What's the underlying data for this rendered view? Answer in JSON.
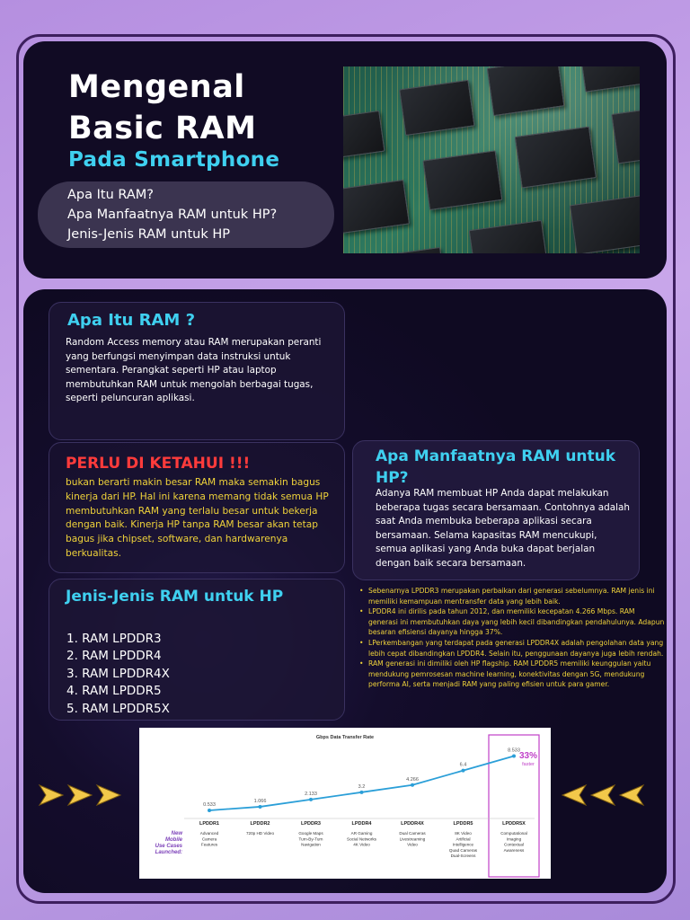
{
  "header": {
    "title_line1": "Mengenal",
    "title_line2": "Basic RAM",
    "subtitle": "Pada Smartphone",
    "topics": [
      "Apa Itu RAM?",
      "Apa Manfaatnya RAM untuk HP?",
      "Jenis-Jenis RAM untuk HP"
    ],
    "photo_icon": "ram-chip-photo"
  },
  "apa_itu": {
    "title": "Apa Itu RAM ?",
    "text": "Random Access memory atau RAM merupakan peranti yang berfungsi menyimpan data instruksi untuk sementara. Perangkat seperti HP atau laptop membutuhkan RAM untuk mengolah berbagai tugas, seperti peluncuran aplikasi."
  },
  "perlu": {
    "title": "PERLU DI KETAHUI !!!",
    "text": "bukan berarti makin besar RAM maka semakin bagus kinerja dari HP. Hal ini karena memang tidak semua HP membutuhkan RAM yang terlalu besar untuk bekerja dengan baik. Kinerja HP tanpa RAM besar akan tetap bagus jika chipset, software, dan hardwarenya berkualitas."
  },
  "manfaat": {
    "title": "Apa Manfaatnya RAM untuk HP?",
    "text": "Adanya RAM membuat HP Anda dapat melakukan beberapa tugas secara bersamaan. Contohnya adalah saat Anda membuka beberapa aplikasi secara bersamaan. Selama kapasitas RAM mencukupi, semua aplikasi yang Anda buka dapat berjalan dengan baik secara bersamaan."
  },
  "jenis": {
    "title": "Jenis-Jenis RAM untuk HP",
    "items": [
      "1. RAM LPDDR3",
      "2. RAM LPDDR4",
      "3. RAM LPDDR4X",
      "4. RAM LPDDR5",
      "5. RAM LPDDR5X"
    ]
  },
  "bullets": [
    "Sebenarnya LPDDR3 merupakan perbaikan dari generasi sebelumnya. RAM jenis ini memiliki kemampuan mentransfer data yang lebih baik.",
    "LPDDR4 ini dirilis pada tahun 2012, dan memiliki kecepatan 4.266 Mbps. RAM generasi ini membutuhkan daya yang lebih kecil dibandingkan pendahulunya. Adapun besaran efisiensi dayanya hingga 37%.",
    "LPerkembangan yang terdapat pada generasi LPDDR4X adalah pengolahan data yang lebih cepat dibandingkan LPDDR4. Selain itu, penggunaan dayanya juga lebih rendah.",
    "RAM generasi ini dimiliki oleh HP flagship. RAM LPDDR5 memiliki keunggulan yaitu mendukung pemrosesan machine learning, konektivitas dengan 5G, mendukung performa AI, serta menjadi RAM yang paling efisien untuk para gamer."
  ],
  "chart_data": {
    "type": "line",
    "title": "Gbps Data Transfer Rate",
    "categories": [
      "LPDDR1",
      "LPDDR2",
      "LPDDR3",
      "LPDDR4",
      "LPDDR4X",
      "LPDDR5",
      "LPDDR5X"
    ],
    "values": [
      0.533,
      1.066,
      2.133,
      3.2,
      4.266,
      6.4,
      8.533
    ],
    "value_labels": [
      "0.533",
      "1.066",
      "2.133",
      "3.2",
      "4.266",
      "6.4",
      "8.533"
    ],
    "use_cases": [
      [
        "Advanced",
        "Camera",
        "Features"
      ],
      [
        "720p HD Video"
      ],
      [
        "Google Maps",
        "Turn-By-Turn",
        "Navigation"
      ],
      [
        "AR Gaming",
        "Social Networks",
        "4K Video"
      ],
      [
        "Dual Cameras",
        "Livestreaming",
        "Video"
      ],
      [
        "8K Video",
        "Artificial",
        "Intelligence",
        "Quad Cameras",
        "Dual-Screens"
      ],
      [
        "Computational",
        "Imaging",
        "Contextual",
        "Awareness"
      ]
    ],
    "row_label": [
      "New",
      "Mobile",
      "Use Cases",
      "Launched:"
    ],
    "highlight": {
      "category": "LPDDR5X",
      "text": "33%",
      "subtext": "faster"
    },
    "line_color": "#2b9fd8",
    "highlight_color": "#c040c8",
    "row_label_color": "#7b3fb8",
    "ylim": [
      0,
      9
    ]
  },
  "decor": {
    "arrow_color": "#f2c84a"
  }
}
